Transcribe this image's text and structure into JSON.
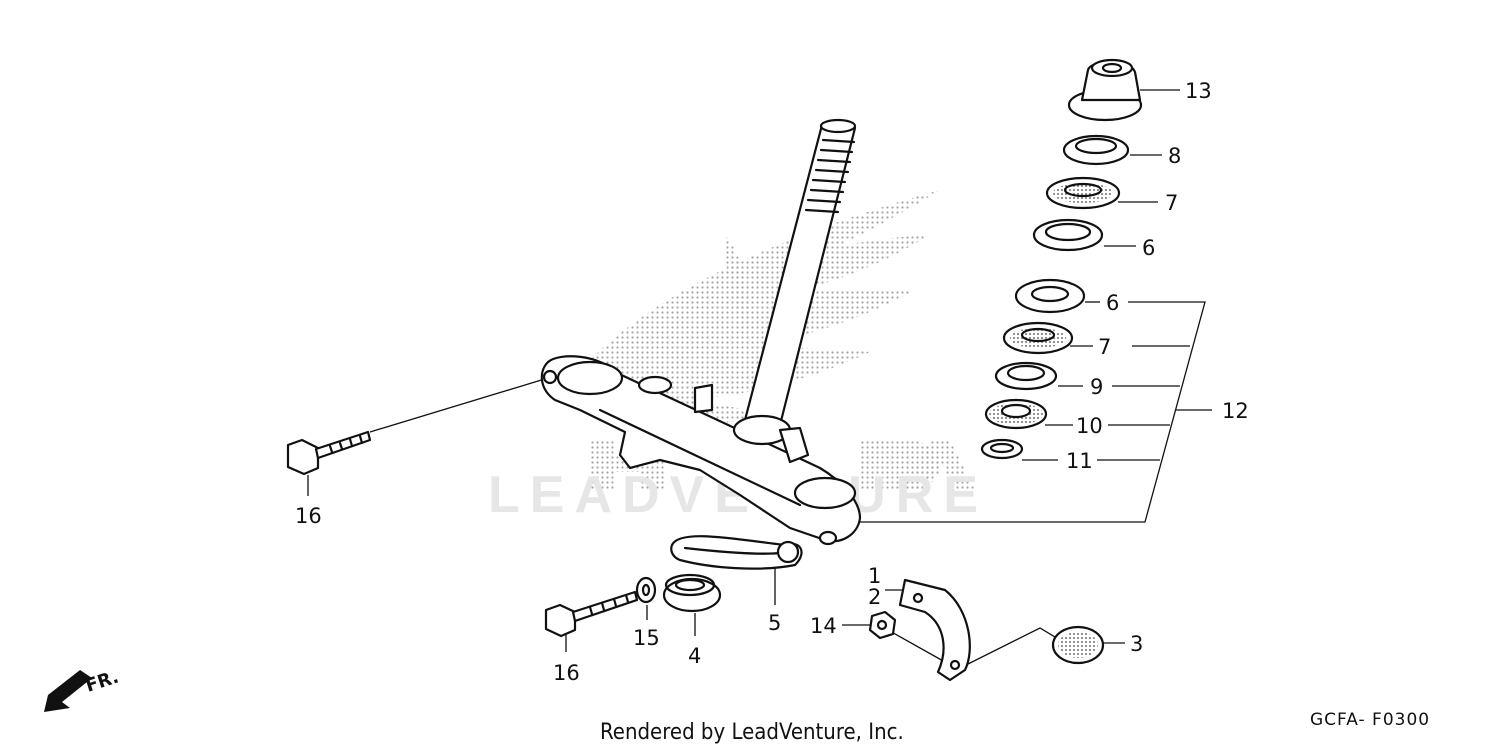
{
  "diagram": {
    "callouts": {
      "p1": "1",
      "p2": "2",
      "p3": "3",
      "p4": "4",
      "p5": "5",
      "p6a": "6",
      "p6b": "6",
      "p7a": "7",
      "p7b": "7",
      "p8": "8",
      "p9": "9",
      "p10": "10",
      "p11": "11",
      "p12": "12",
      "p13": "13",
      "p14": "14",
      "p15": "15",
      "p16a": "16",
      "p16b": "16"
    },
    "watermark": "LEADVENTURE",
    "front_arrow": "FR.",
    "footer": "Rendered by LeadVenture, Inc.",
    "diagram_code": "GCFA- F0300"
  }
}
